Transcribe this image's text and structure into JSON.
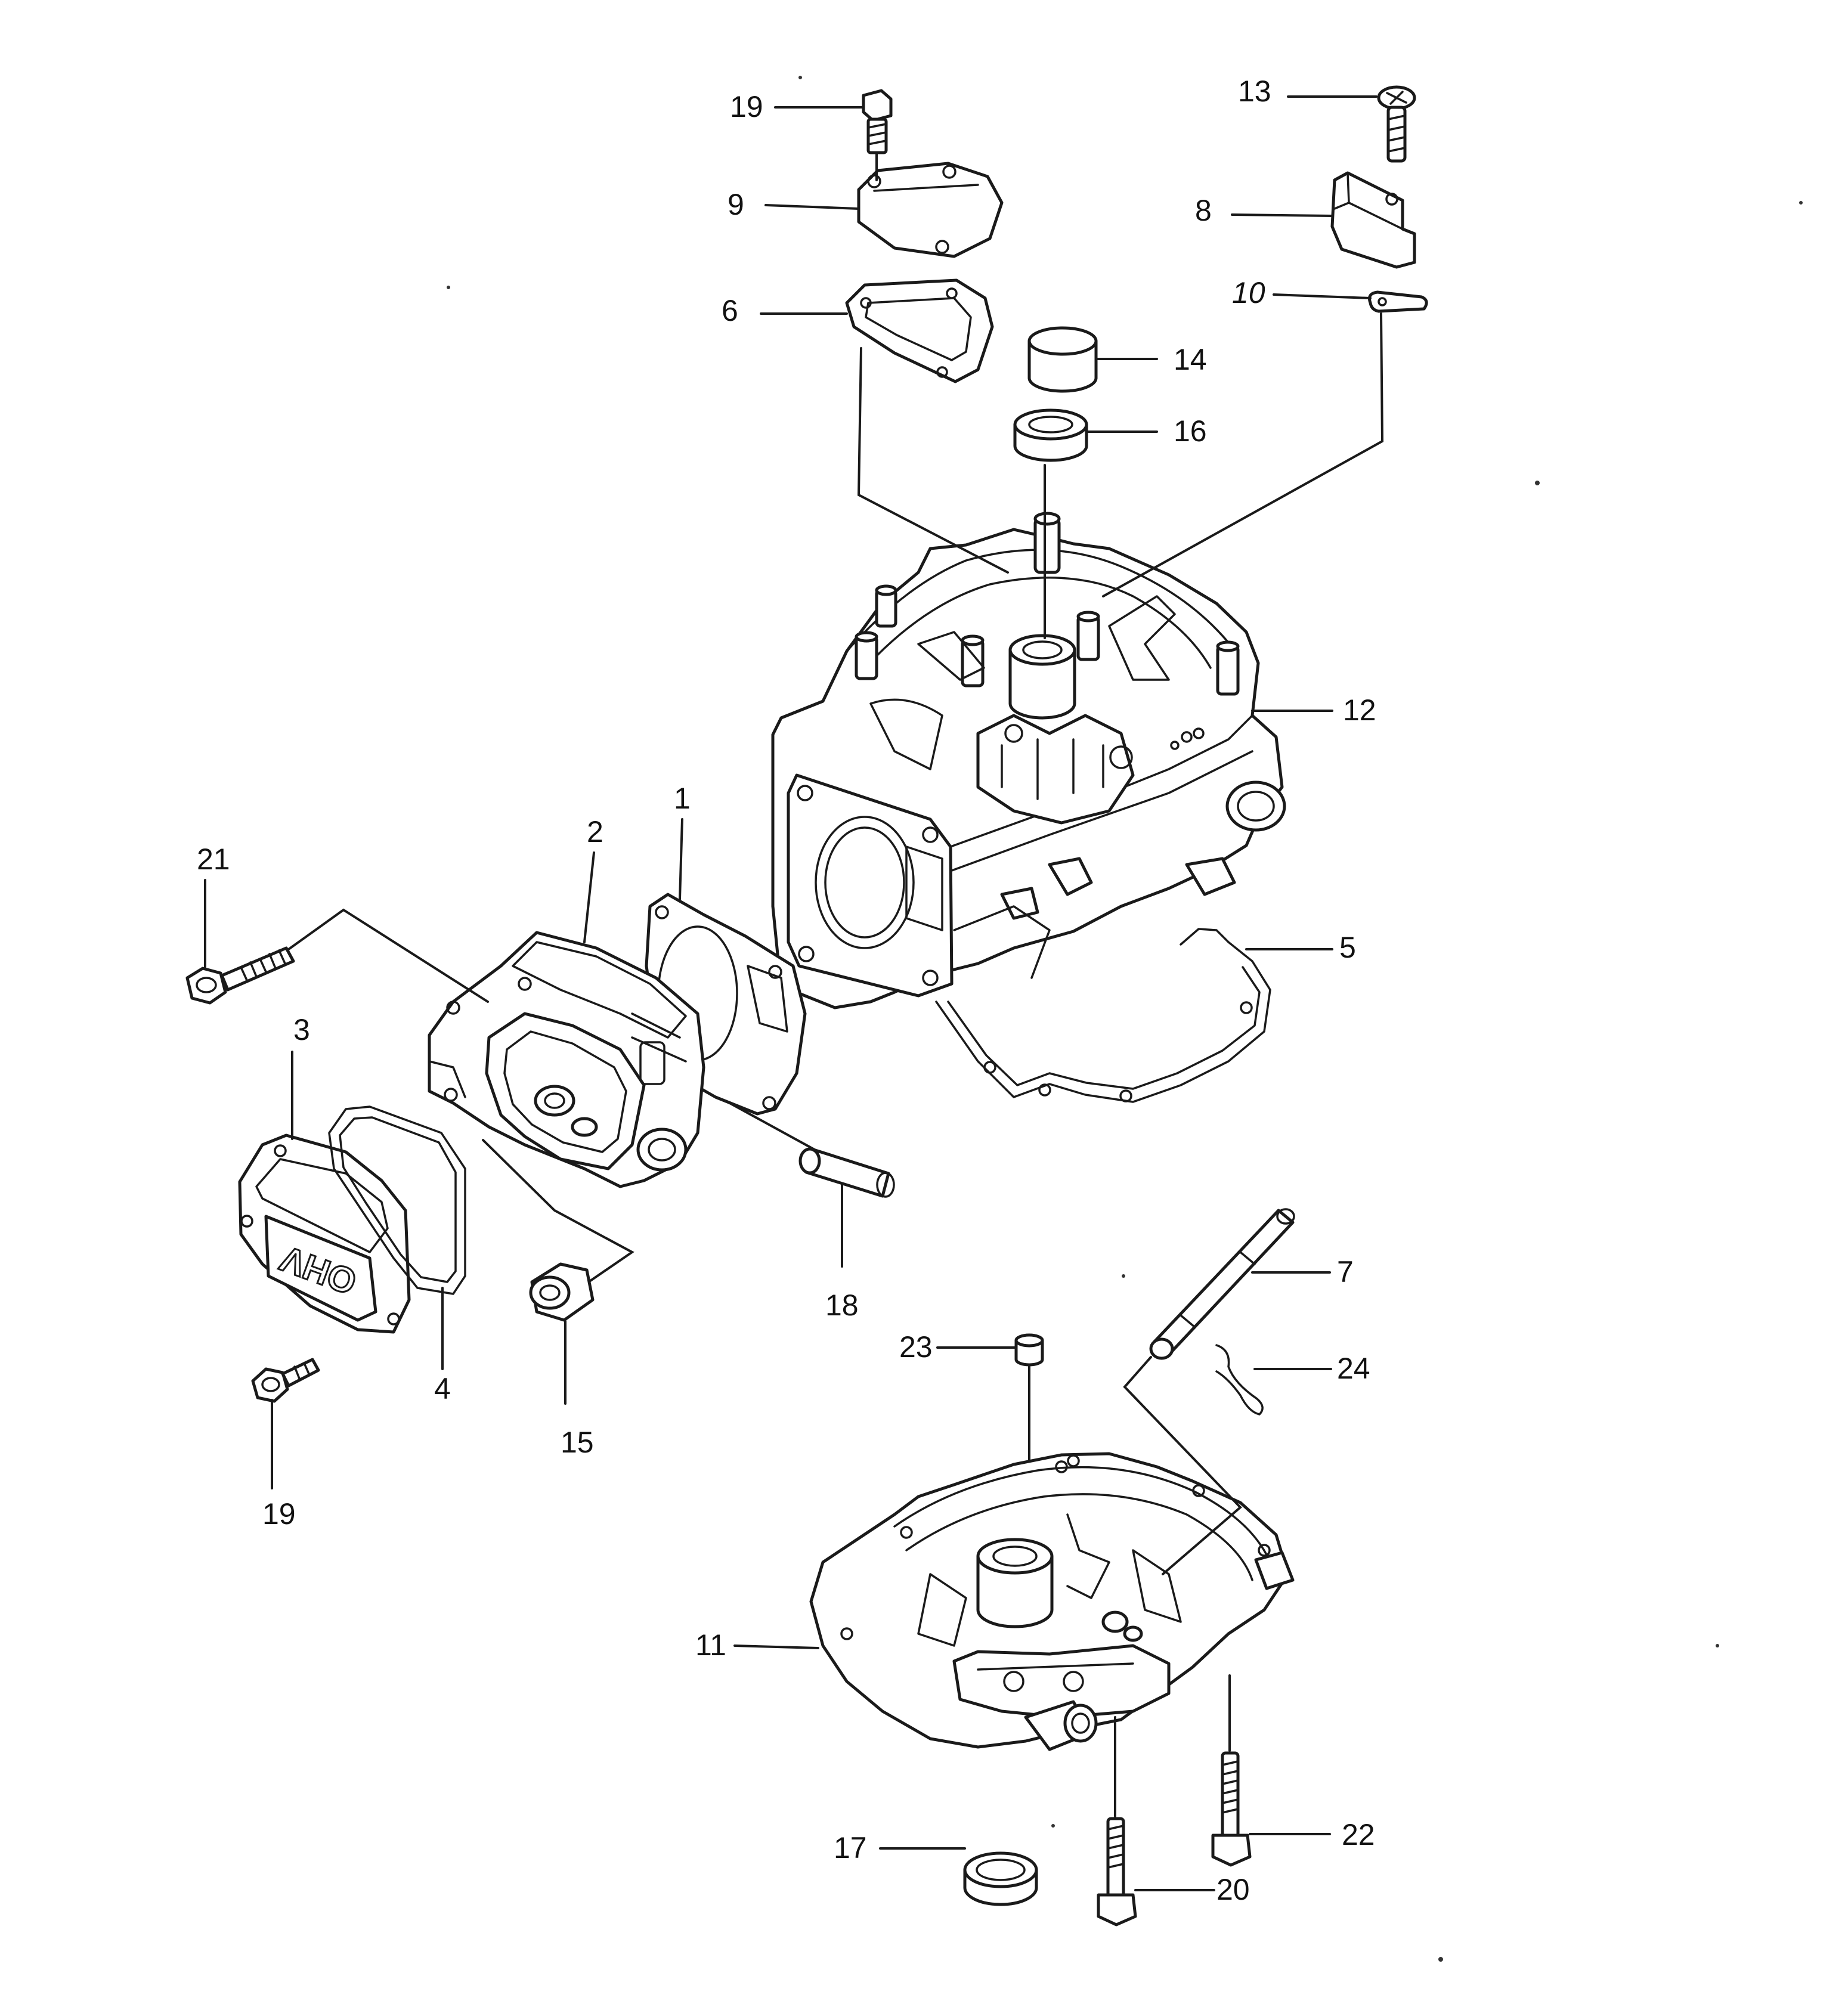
{
  "diagram": {
    "callouts": {
      "c1": "1",
      "c2": "2",
      "c3": "3",
      "c4": "4",
      "c5": "5",
      "c6": "6",
      "c7": "7",
      "c8": "8",
      "c9": "9",
      "c10": "10",
      "c11": "11",
      "c12": "12",
      "c13": "13",
      "c14": "14",
      "c15": "15",
      "c16": "16",
      "c17": "17",
      "c18": "18",
      "c19a": "19",
      "c19b": "19",
      "c20": "20",
      "c21": "21",
      "c22": "22",
      "c23": "23",
      "c24": "24"
    },
    "cover_marking": "OHV"
  }
}
